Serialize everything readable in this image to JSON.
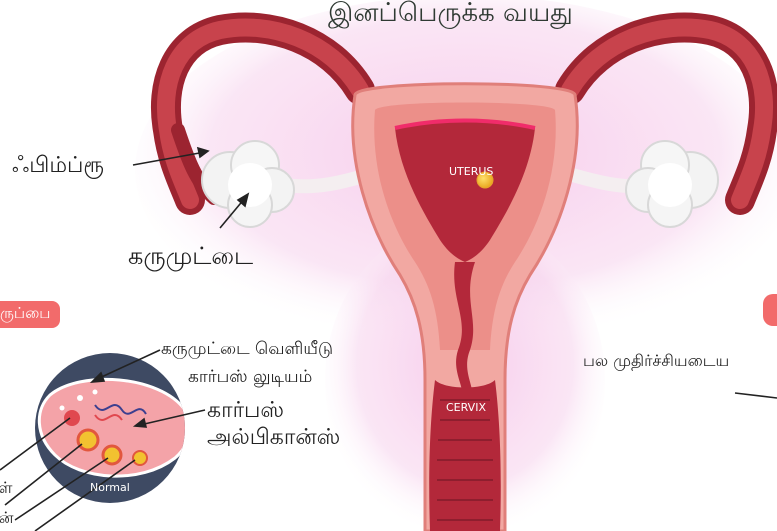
{
  "title": "இனப்பெருக்க வயது",
  "labels": {
    "fimbriae": "ஃபிம்ப்ரூ",
    "ovary": "கருமுட்டை",
    "uterus": "UTERUS",
    "cervix": "CERVIX",
    "ovulation_top": "கருமுட்டை வெளியீடு",
    "corpus_luteum": "கார்பஸ் லுடியம்",
    "corpus_albicans_1": "கார்பஸ்",
    "corpus_albicans_2": "அல்பிகான்ஸ்",
    "ovary_pill": "ருப்பை",
    "right_text": "பல முதிர்ச்சியடைய",
    "normal": "Normal",
    "left_cut_1": "ள்",
    "left_cut_2": "ன்"
  },
  "colors": {
    "tube": "#b8333b",
    "tube_inner": "#d9545c",
    "uterus_outer": "#f2a6a0",
    "uterus_wall": "#e47d7d",
    "cavity": "#b5283a",
    "glow": "#f4c3e8",
    "accent_pill": "#f26b6b",
    "ovary_circle": "#3e4a63"
  }
}
